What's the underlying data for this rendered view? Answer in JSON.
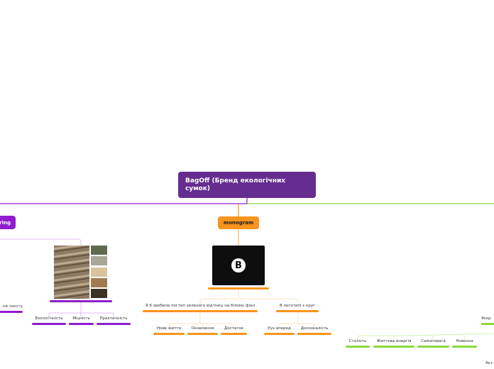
{
  "root": {
    "title": "BagOff (Бренд екологічних сумок)"
  },
  "branches": {
    "coloring": {
      "label": "ring",
      "color": "#8f1ccf",
      "children": [
        "ня тексту",
        "Екологічність",
        "Міцність",
        "Практичність"
      ]
    },
    "monogram": {
      "label": "monogram",
      "color": "#f7941d",
      "child_a": {
        "label": "Я б зробила логтип зеленого відтінку на білому фоні",
        "children": [
          "Нове життя",
          "Оновлення",
          "Достаток"
        ]
      },
      "child_b": {
        "label": "В логотипі є круг",
        "children": [
          "Рух вперед",
          "Досконалість"
        ]
      }
    },
    "right": {
      "color": "#8cd93c",
      "label_partial": "Яскр",
      "children": [
        "Сталість",
        "Життєва енергія",
        "Самоповага",
        "Новизна"
      ],
      "corner_text": "Акт"
    }
  },
  "palette_colors": [
    "#5f6a4f",
    "#a6a796",
    "#d8c39d",
    "#a07a4e",
    "#3b3125"
  ],
  "logo_glyph": "B",
  "connector_colors": {
    "purple": "#8f1ccf",
    "orange": "#f7941d",
    "green": "#8cd93c",
    "light_purple": "#d9a8ee",
    "light_orange": "#fbd9b0"
  }
}
